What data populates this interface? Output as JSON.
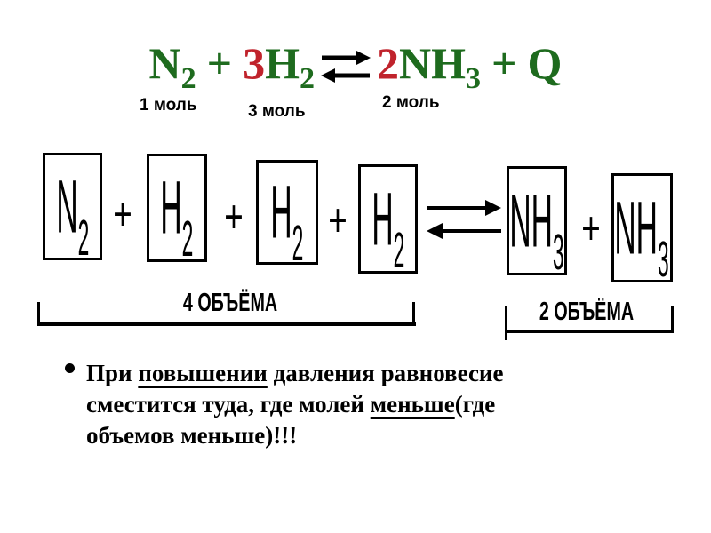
{
  "colors": {
    "green": "#1e6b1e",
    "red": "#c0232c",
    "ink": "#000000"
  },
  "equation": {
    "n": "N",
    "n_sub": "2",
    "plus1": "+",
    "coef_h": "3",
    "h": "H",
    "h_sub": "2",
    "coef_nh": "2",
    "nh": "NH",
    "nh_sub": "3",
    "plus2": "+",
    "q": "Q"
  },
  "mole_labels": {
    "n2": "1 моль",
    "h2": "3 моль",
    "nh3": "2 моль"
  },
  "diagram": {
    "boxes": [
      {
        "formula": "N",
        "sub": "2"
      },
      {
        "formula": "H",
        "sub": "2"
      },
      {
        "formula": "H",
        "sub": "2"
      },
      {
        "formula": "H",
        "sub": "2"
      },
      {
        "formula": "NH",
        "sub": "3"
      },
      {
        "formula": "NH",
        "sub": "3"
      }
    ],
    "plus": "+",
    "left_group_label": "4 ОБЪЁМА",
    "right_group_label": "2 ОБЪЁМА"
  },
  "note": {
    "line1": {
      "pre": "При ",
      "underlined": "повышении",
      "post": " давления равновесие"
    },
    "line2": {
      "pre": "сместится туда, где молей ",
      "underlined": "меньше",
      "post": "(где"
    },
    "line3": "объемов меньше)!!!"
  }
}
